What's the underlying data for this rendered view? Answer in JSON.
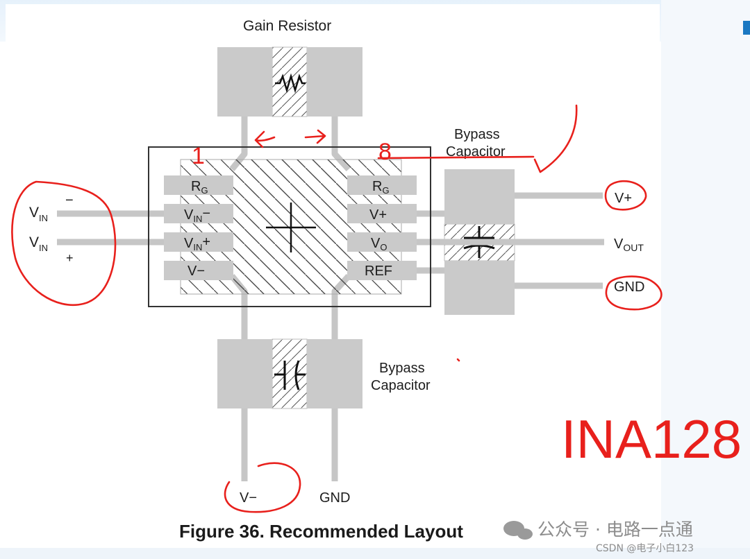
{
  "title_gain": "Gain Resistor",
  "bypass_top": {
    "line1": "Bypass",
    "line2": "Capacitor"
  },
  "bypass_bottom": {
    "line1": "Bypass",
    "line2": "Capacitor"
  },
  "pins_left": [
    {
      "main": "R",
      "sub": "G",
      "suffix": ""
    },
    {
      "main": "V",
      "sub": "IN",
      "suffix": "−"
    },
    {
      "main": "V",
      "sub": "IN",
      "suffix": "+"
    },
    {
      "main": "V−",
      "sub": "",
      "suffix": ""
    }
  ],
  "pins_right": [
    {
      "main": "R",
      "sub": "G",
      "suffix": ""
    },
    {
      "main": "V+",
      "sub": "",
      "suffix": ""
    },
    {
      "main": "V",
      "sub": "O",
      "suffix": ""
    },
    {
      "main": "REF",
      "sub": "",
      "suffix": ""
    }
  ],
  "inputs": [
    {
      "main": "V",
      "sub": "IN"
    },
    {
      "main": "V",
      "sub": "IN"
    }
  ],
  "input_signs": [
    "−",
    "+"
  ],
  "outputs": {
    "vplus": "V+",
    "vout_main": "V",
    "vout_sub": "OUT",
    "gnd_right": "GND"
  },
  "bottom_labels": {
    "vminus": "V−",
    "gnd": "GND"
  },
  "caption": "Figure 36.  Recommended Layout",
  "annotations": {
    "pin1": "1",
    "pin8": "8",
    "part": "INA128"
  },
  "watermark": {
    "channel": "公众号 · 电路一点通",
    "credit": "CSDN @电子小白123"
  },
  "colors": {
    "pad": "#cacaca",
    "trace": "#c6c6c6",
    "hatch": "#444444",
    "ink": "#e8201c",
    "outline": "#333333"
  }
}
